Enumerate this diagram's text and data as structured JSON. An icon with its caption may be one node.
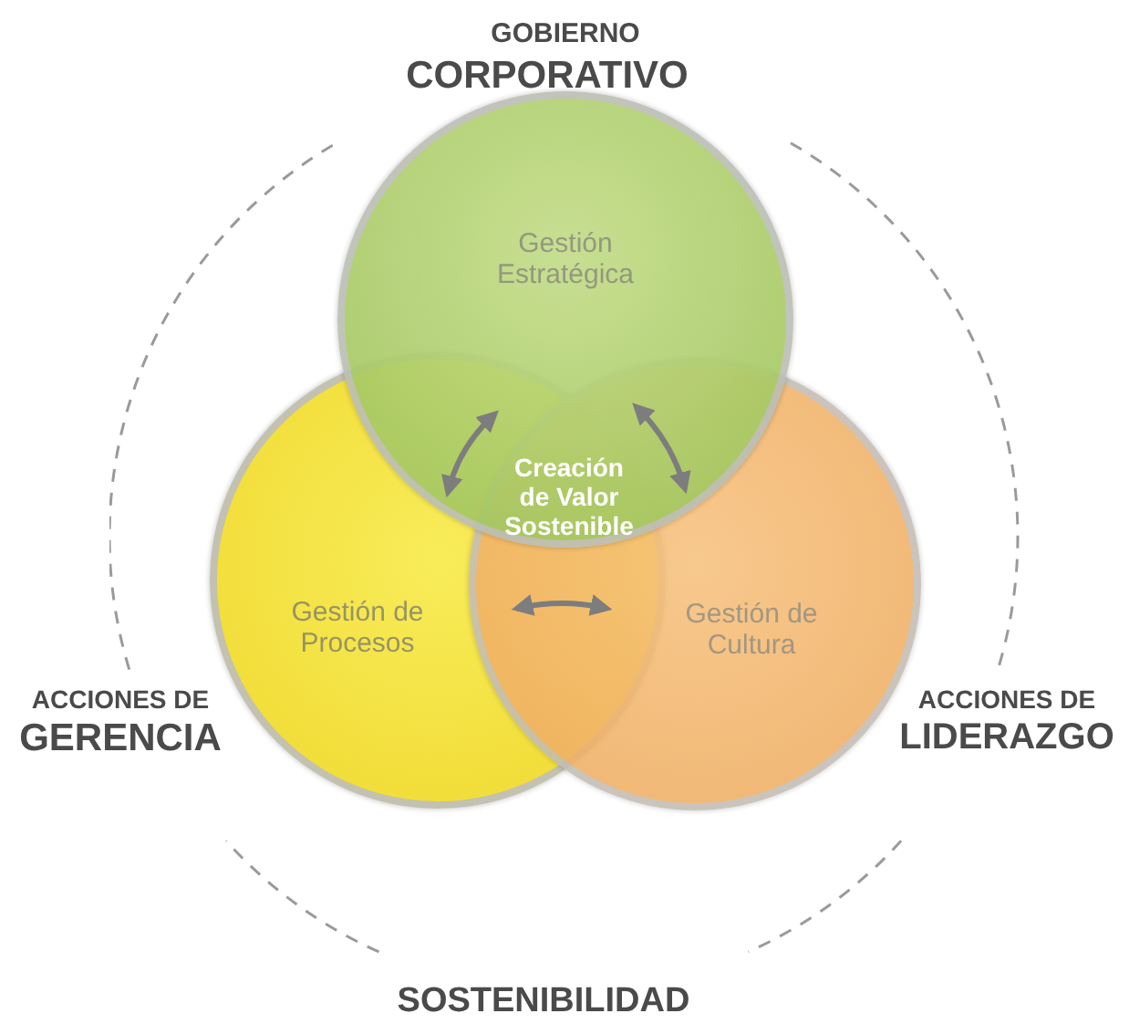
{
  "diagram": {
    "nodes": [
      {
        "text": [],
        "shape": "circle"
      },
      {
        "text": [
          "Gestión Estratégica"
        ],
        "in": 0
      },
      {
        "text": [
          "Gestión de Procesos"
        ],
        "in": 0
      },
      {
        "text": [
          "Gestión de Cultura"
        ],
        "in": 0
      }
    ],
    "labels": [
      "GOBIERNO",
      "CORPORATIVO",
      "Creación de Valor Sostenible",
      "ACCIONES DE",
      "GERENCIA",
      "ACCIONES DE",
      "LIDERAZGO",
      "SOSTENIBILIDAD"
    ]
  }
}
